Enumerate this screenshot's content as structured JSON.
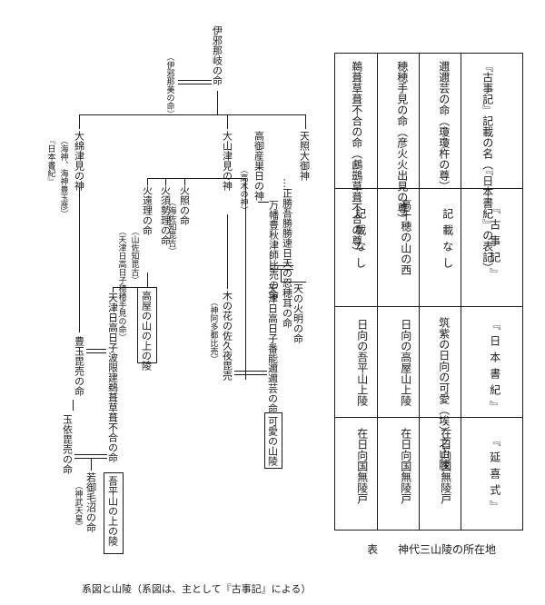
{
  "genealogy": {
    "izanagi": "伊邪那岐の命",
    "izanami": "（伊邪那美の命）",
    "amaterasu": "天照大御神",
    "oshihomimi": "…正勝吾勝勝速日天の忍穂耳の命",
    "takamimusubi": "高御産巣日の神",
    "takagi": "（高木の神）",
    "yorozuhata": "万幡豊秋津師比売の命",
    "ohoyamatsumi": "大山津見の神",
    "konohana": "木の花の佐久夜毘売",
    "kamuatatsu": "（神阿多都比売）",
    "ninigi": "天津日高日子番能邇邇芸の命",
    "kae": "可愛の山陵",
    "honoakari": "天の火明の命",
    "hoderi": "火照の命",
    "hoderi_note": "（海佐知毘古）",
    "hosuseri": "火須勢理の命",
    "hoori": "火遠理の命",
    "hoori_note1": "（山佐知毘古）",
    "hoori_note2": "（天津日高日子穂穂手見の命）",
    "takaya": "高屋の山の上の陵",
    "watatsumi": "大綿津見の神",
    "watatsumi_note": "（海神、海神豊玉彦）",
    "nihonshoki": "『日本書紀』",
    "toyotama": "豊玉毘売の命",
    "tamayori": "玉依毘売の命",
    "ugaya": "天津日高日子波限建鵜葺草葺不合の命",
    "wakamikenu": "若御毛沼の命",
    "jimmu": "（神武天皇）",
    "ahira": "吾平山の上の陵"
  },
  "caption": "系図と山陵（系図は、主として『古事記』による）",
  "table": {
    "header": "『古事記』記載の名（『日本書紀』の表記）",
    "names": [
      "邇邇芸の命（瓊瓊杵の尊）",
      "穂穂手見の命（彦火火出見の尊）",
      "鵜葺草葺不合の命（鸕鷀草葺不合の尊）"
    ],
    "kojiki_label": "『古事記』",
    "kojiki": [
      "記載なし",
      "高千穂の山の西",
      "記載なし"
    ],
    "shoki_label": "『日本書紀』",
    "shoki": [
      "筑紫の日向の可愛（埃）之山陵",
      "日向の高屋山上陵",
      "日向の吾平山上陵"
    ],
    "engi_label": "『延喜式』",
    "engi": [
      "在日向国無陵戸",
      "在日向国無陵戸",
      "在日向国無陵戸"
    ],
    "caption_label": "表",
    "caption": "神代三山陵の所在地"
  }
}
